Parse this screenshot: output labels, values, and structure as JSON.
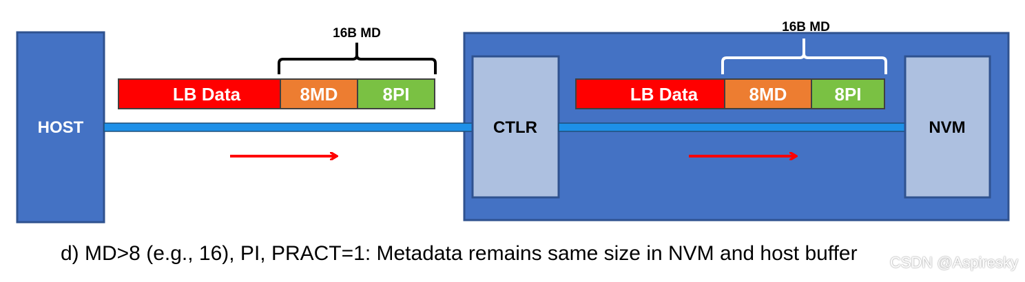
{
  "colors": {
    "host_fill": "#4472c4",
    "device_fill": "#4472c4",
    "inner_box_fill": "#adc0e0",
    "border": "#2f528f",
    "lb_data": "#ff0000",
    "md": "#ed7d31",
    "pi": "#7ac143",
    "bus": "#1e90e8",
    "arrow": "#ff0000"
  },
  "host": {
    "label": "HOST",
    "icon": "host-box"
  },
  "controller": {
    "label": "CTLR"
  },
  "nvm": {
    "label": "NVM"
  },
  "host_buffer": {
    "brace_label": "16B MD",
    "segments": [
      "LB Data",
      "8MD",
      "8PI"
    ]
  },
  "nvm_buffer": {
    "brace_label": "16B MD",
    "segments": [
      "LB Data",
      "8MD",
      "8PI"
    ]
  },
  "caption": "d) MD>8 (e.g., 16), PI, PRACT=1: Metadata remains same size in NVM and host buffer",
  "watermark": "CSDN @Aspiresky"
}
